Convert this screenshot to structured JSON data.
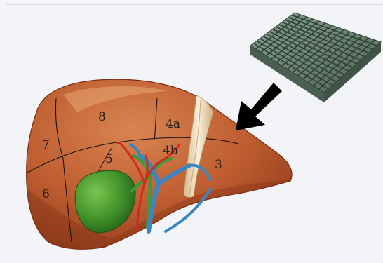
{
  "colors": {
    "background": "#f3f4f8",
    "liver": "#b5542c",
    "liver_light": "#d27a45",
    "gallbladder": "#3f8f2a",
    "artery": "#d12a22",
    "portal_vein": "#3a86c2",
    "bile_duct": "#3d9a3a",
    "ligament": "#efe2c6",
    "arrow": "#000000",
    "mesh": "#5d7466"
  },
  "icons": {
    "mesh": "3d-lattice-scaffold-icon",
    "arrow": "down-left-arrow-icon"
  },
  "segments": [
    {
      "id": "8",
      "label": "8"
    },
    {
      "id": "7",
      "label": "7"
    },
    {
      "id": "6",
      "label": "6"
    },
    {
      "id": "5",
      "label": "5"
    },
    {
      "id": "4a",
      "label": "4a"
    },
    {
      "id": "4b",
      "label": "4b"
    },
    {
      "id": "3",
      "label": "3"
    }
  ]
}
